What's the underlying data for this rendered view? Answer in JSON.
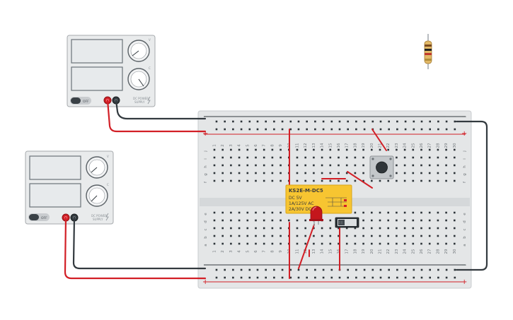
{
  "power_supplies": [
    {
      "switch_label": "OFF",
      "knob_v_label": "V",
      "knob_c_label": "C",
      "brand_line1": "DC POWER",
      "brand_line2": "SUPPLY"
    },
    {
      "switch_label": "OFF",
      "knob_v_label": "V",
      "knob_c_label": "C",
      "brand_line1": "DC POWER",
      "brand_line2": "SUPPLY"
    }
  ],
  "breadboard": {
    "column_numbers": [
      "1",
      "2",
      "3",
      "4",
      "5",
      "6",
      "7",
      "8",
      "9",
      "10",
      "11",
      "12",
      "13",
      "14",
      "15",
      "16",
      "17",
      "18",
      "19",
      "20",
      "21",
      "22",
      "23",
      "24",
      "25",
      "26",
      "27",
      "28",
      "29",
      "30"
    ],
    "row_letters_top": [
      "j",
      "i",
      "h",
      "g",
      "f"
    ],
    "row_letters_bottom": [
      "e",
      "d",
      "c",
      "b",
      "a"
    ],
    "rail_minus": "−",
    "rail_plus": "+"
  },
  "relay": {
    "model": "KS2E-M-DC5",
    "line1": "DC 5V",
    "line2": "1A/125V AC",
    "line3": "2A/30V DC"
  },
  "colors": {
    "wire_red": "#d21f26",
    "wire_black": "#333a3f",
    "relay_body": "#f7c531",
    "led": "#c4161c",
    "breadboard": "#e4e6e7"
  },
  "icons": [
    "resistor-icon",
    "pushbutton-icon",
    "slide-switch-icon",
    "led-icon",
    "relay-icon",
    "lightning-icon"
  ]
}
